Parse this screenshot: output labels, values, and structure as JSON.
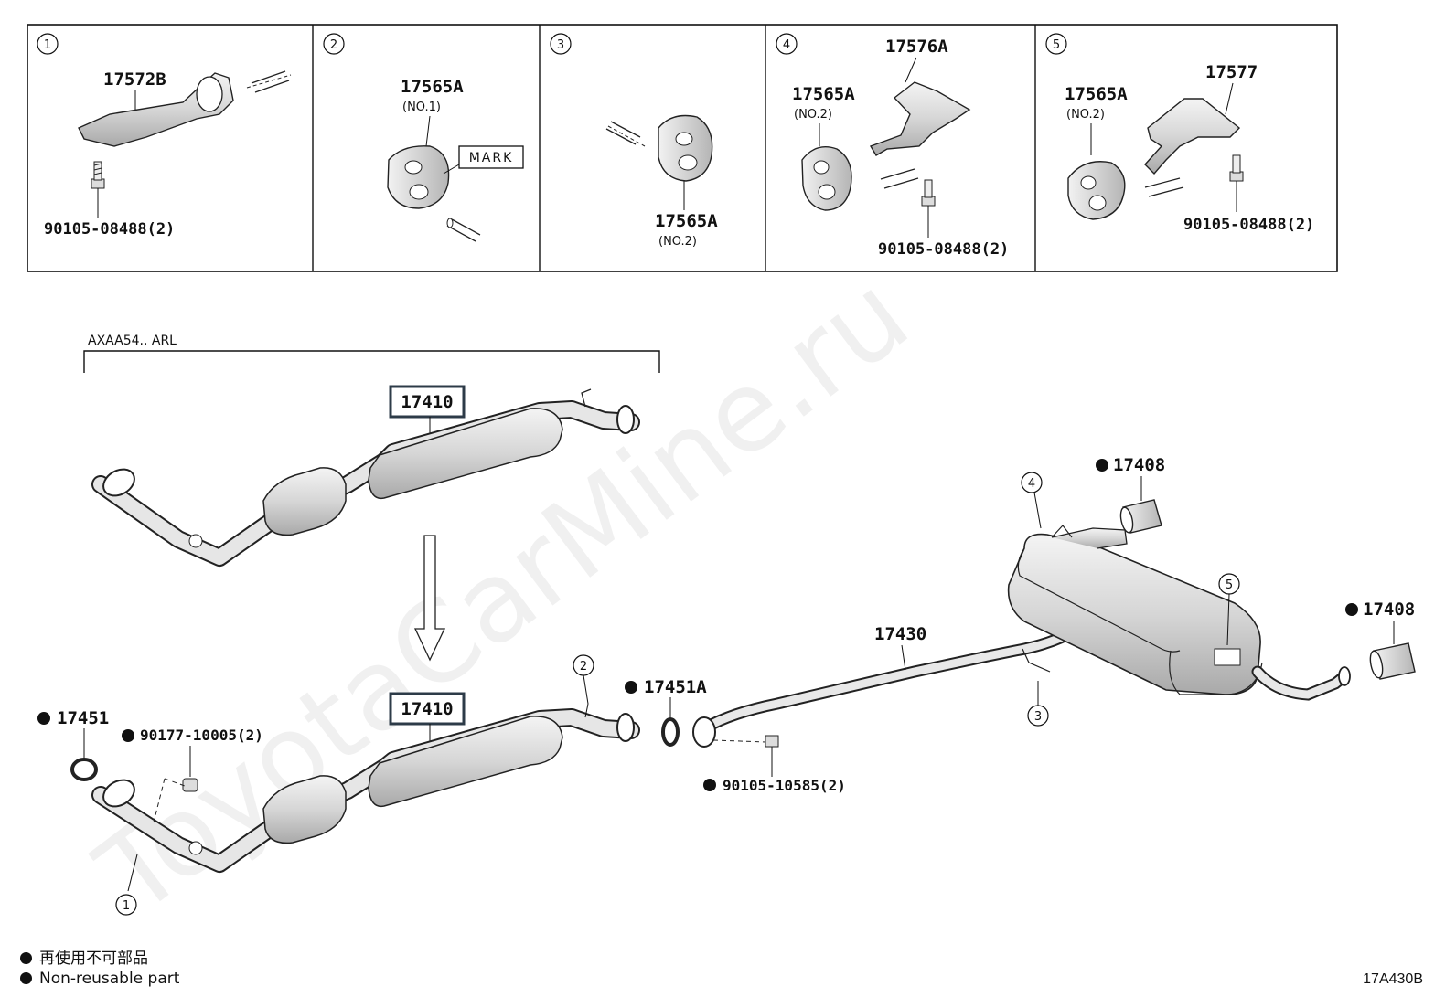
{
  "panels": [
    {
      "number": "1",
      "part": "17572B",
      "bolt": "90105-08488(2)"
    },
    {
      "number": "2",
      "part": "17565A",
      "part_note": "(NO.1)",
      "mark": "MARK"
    },
    {
      "number": "3",
      "part": "17565A",
      "part_note": "(NO.2)"
    },
    {
      "number": "4",
      "part_a": "17565A",
      "part_a_note": "(NO.2)",
      "part_b": "17576A",
      "bolt": "90105-08488(2)"
    },
    {
      "number": "5",
      "part_a": "17565A",
      "part_a_note": "(NO.2)",
      "part_b": "17577",
      "bolt": "90105-08488(2)"
    }
  ],
  "main": {
    "variant_label": "AXAA54.. ARL",
    "pipe_front_top": "17410",
    "pipe_front_bottom": "17410",
    "gasket_front": "17451",
    "nut_front": "90177-10005(2)",
    "gasket_mid": "17451A",
    "bolt_mid": "90105-10585(2)",
    "center_pipe": "17430",
    "tail_pipe_top": "17408",
    "tail_pipe_right": "17408",
    "callouts": [
      "1",
      "2",
      "3",
      "4",
      "5"
    ]
  },
  "legend": {
    "line1": "再使用不可部品",
    "line2": "Non-reusable part"
  },
  "diagram_code": "17A430B",
  "watermark": "ToyotaCarMine.ru"
}
